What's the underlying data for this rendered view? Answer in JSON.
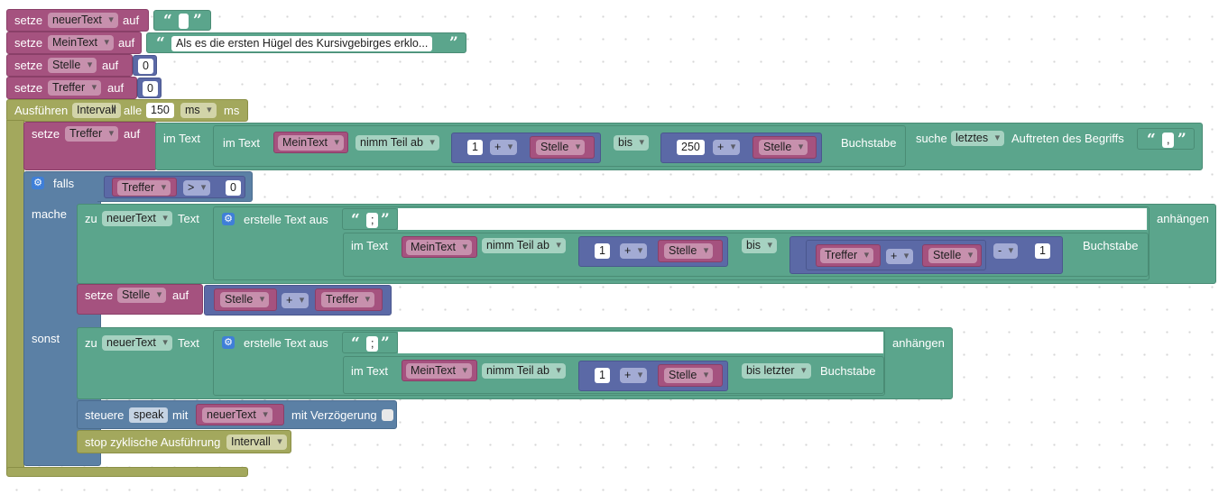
{
  "kw": {
    "setze": "setze",
    "auf": "auf",
    "ausfuehren": "Ausführen",
    "alle": "alle",
    "ms": "ms",
    "im_text": "im Text",
    "nimm_teil_ab": "nimm Teil ab",
    "bis": "bis",
    "buchstabe": "Buchstabe",
    "suche": "suche",
    "auftreten": "Auftreten des Begriffs",
    "falls": "falls",
    "mache": "mache",
    "sonst": "sonst",
    "zu": "zu",
    "text": "Text",
    "erstelle_text_aus": "erstelle Text aus",
    "anhaengen": "anhängen",
    "plus": "+",
    "minus": "-",
    "gt": ">",
    "steuere": "steuere",
    "mit": "mit",
    "mit_verzoegerung": "mit Verzögerung",
    "stop": "stop zyklische Ausführung",
    "quote_open": "“",
    "quote_close": "”",
    "bis_letzter": "bis letzter",
    "letztes": "letztes"
  },
  "vars": {
    "neuerText": "neuerText",
    "MeinText": "MeinText",
    "Stelle": "Stelle",
    "Treffer": "Treffer",
    "Intervall": "Intervall"
  },
  "values": {
    "meintext_string": "Als es die ersten Hügel des Kursivgebirges erklo...",
    "stelle_init": "0",
    "treffer_init": "0",
    "interval": "150",
    "unit": "ms",
    "one": "1",
    "twofifty": "250",
    "zero": "0",
    "comma": ",",
    "semicolon": ";",
    "empty": " ",
    "speak": "speak"
  }
}
